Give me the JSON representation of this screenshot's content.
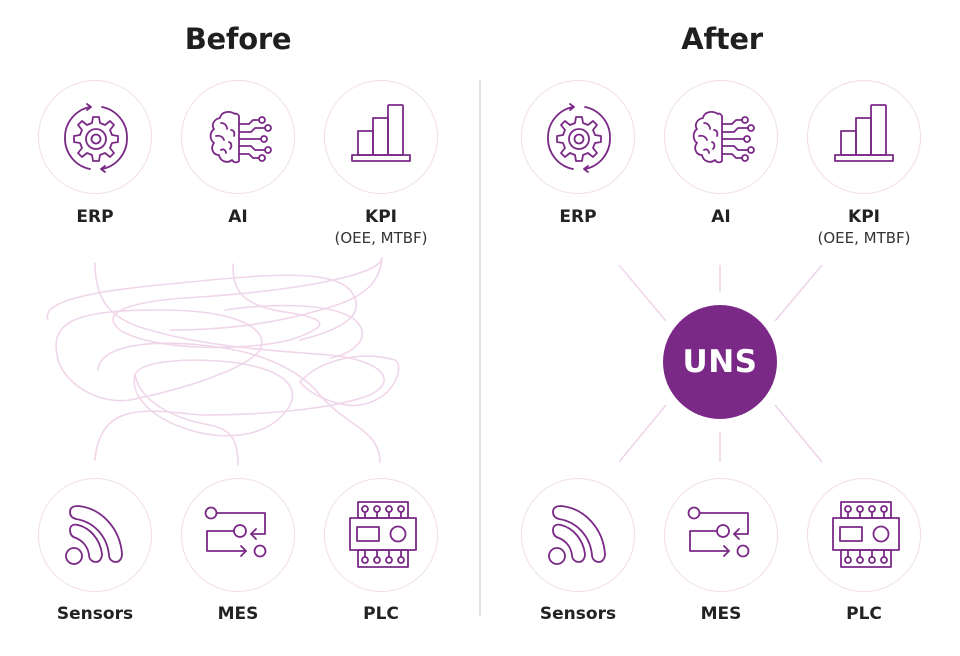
{
  "headings": {
    "before": "Before",
    "after": "After"
  },
  "colors": {
    "accent": "#7a2a86",
    "circle_border": "#f1dceb",
    "connector": "#f0d6ea",
    "divider": "#e3e3e3",
    "text": "#1f1f1f"
  },
  "before": {
    "top": [
      {
        "label": "ERP",
        "sublabel": "",
        "icon": "gear-cycle-icon"
      },
      {
        "label": "AI",
        "sublabel": "",
        "icon": "brain-circuit-icon"
      },
      {
        "label": "KPI",
        "sublabel": "(OEE, MTBF)",
        "icon": "bar-chart-icon"
      }
    ],
    "bottom": [
      {
        "label": "Sensors",
        "icon": "signal-waves-icon"
      },
      {
        "label": "MES",
        "icon": "process-flow-icon"
      },
      {
        "label": "PLC",
        "icon": "plc-module-icon"
      }
    ],
    "connections": "tangled-lines"
  },
  "after": {
    "top": [
      {
        "label": "ERP",
        "sublabel": "",
        "icon": "gear-cycle-icon"
      },
      {
        "label": "AI",
        "sublabel": "",
        "icon": "brain-circuit-icon"
      },
      {
        "label": "KPI",
        "sublabel": "(OEE, MTBF)",
        "icon": "bar-chart-icon"
      }
    ],
    "hub": {
      "label": "UNS"
    },
    "bottom": [
      {
        "label": "Sensors",
        "icon": "signal-waves-icon"
      },
      {
        "label": "MES",
        "icon": "process-flow-icon"
      },
      {
        "label": "PLC",
        "icon": "plc-module-icon"
      }
    ],
    "connections": "hub-and-spoke"
  }
}
